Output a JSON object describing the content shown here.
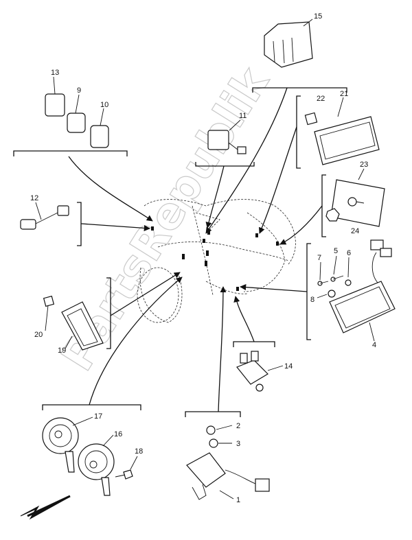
{
  "watermark": "PartsRepublik",
  "callouts": {
    "c1": "1",
    "c2": "2",
    "c3": "3",
    "c4": "4",
    "c5": "5",
    "c6": "6",
    "c7": "7",
    "c8": "8",
    "c9": "9",
    "c10": "10",
    "c11": "11",
    "c12": "12",
    "c13": "13",
    "c14": "14",
    "c15": "15",
    "c16": "16",
    "c17": "17",
    "c18": "18",
    "c19": "19",
    "c20": "20",
    "c21": "21",
    "c22": "22",
    "c23": "23",
    "c24": "24"
  }
}
